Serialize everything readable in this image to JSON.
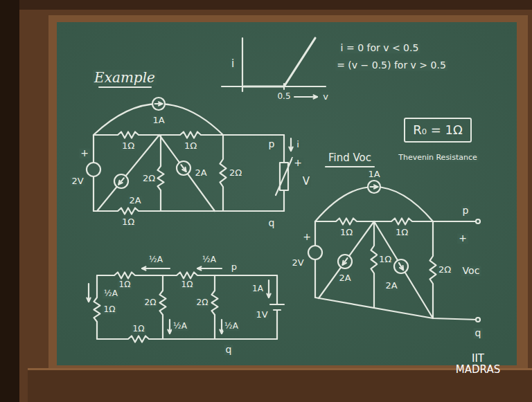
{
  "diagram": {
    "title": "Example",
    "nodes": [
      {
        "text": [
          "R₀ = 1Ω"
        ]
      }
    ],
    "labels": [
      "i = 0 for v < 0.5",
      "= (v − 0.5) for v > 0.5",
      "i",
      "0.5",
      "v",
      "1A",
      "1Ω",
      "1Ω",
      "+",
      "2V",
      "2A",
      "2Ω",
      "2A",
      "2Ω",
      "p",
      "i",
      "+",
      "V",
      "1Ω",
      "q",
      "½A",
      "½A",
      "1Ω",
      "1Ω",
      "p",
      "1A",
      "1V",
      "½A",
      "1Ω",
      "1Ω",
      "2Ω",
      "½A",
      "2Ω",
      "½A",
      "q",
      "Find Voc",
      "Thevenin Resistance",
      "1A",
      "+",
      "2V",
      "1Ω",
      "1Ω",
      "2A",
      "1Ω",
      "2A",
      "2Ω",
      "p",
      "+",
      "Voc",
      "q",
      "IIT MADRAS"
    ]
  }
}
